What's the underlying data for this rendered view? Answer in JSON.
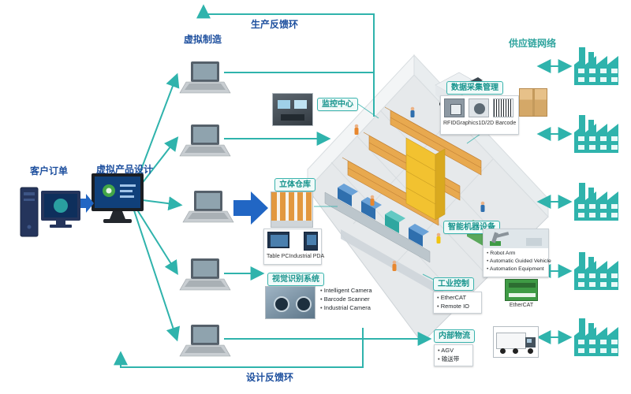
{
  "labels": {
    "customer_order": "客户订单",
    "virtual_product_design": "虚拟产品设计",
    "virtual_manufacturing": "虚拟制造",
    "production_feedback_loop": "生产反馈环",
    "design_feedback_loop": "设计反馈环",
    "supply_chain_network": "供应链网络"
  },
  "callouts": {
    "monitoring_center": {
      "label": "监控中心"
    },
    "data_acquisition": {
      "label": "数据采集管理",
      "items": [
        "RFID",
        "Graphics",
        "1D/2D Barcode"
      ]
    },
    "warehouse": {
      "label": "立体仓库"
    },
    "handheld_devices": {
      "items": [
        "Table PC",
        "Industrial PDA"
      ]
    },
    "smart_machines": {
      "label": "智能机器设备",
      "items": [
        "Robot Arm",
        "Automatic Guided Vehicle",
        "Automation Equipment"
      ]
    },
    "industrial_control": {
      "label": "工业控制",
      "items": [
        "EtherCAT",
        "Remote IO"
      ],
      "device_caption": "EtherCAT"
    },
    "vision_system": {
      "label": "视觉识别系统",
      "items": [
        "Intelligent Camera",
        "Barcode Scanner",
        "Industrial Camera"
      ]
    },
    "internal_logistics": {
      "label": "内部物流",
      "items": [
        "AGV",
        "输送带"
      ]
    }
  },
  "colors": {
    "teal": "#2fb3ac",
    "blue": "#2166c4",
    "dark_blue_text": "#1d4f9e",
    "rack_orange": "#e8a94f"
  }
}
